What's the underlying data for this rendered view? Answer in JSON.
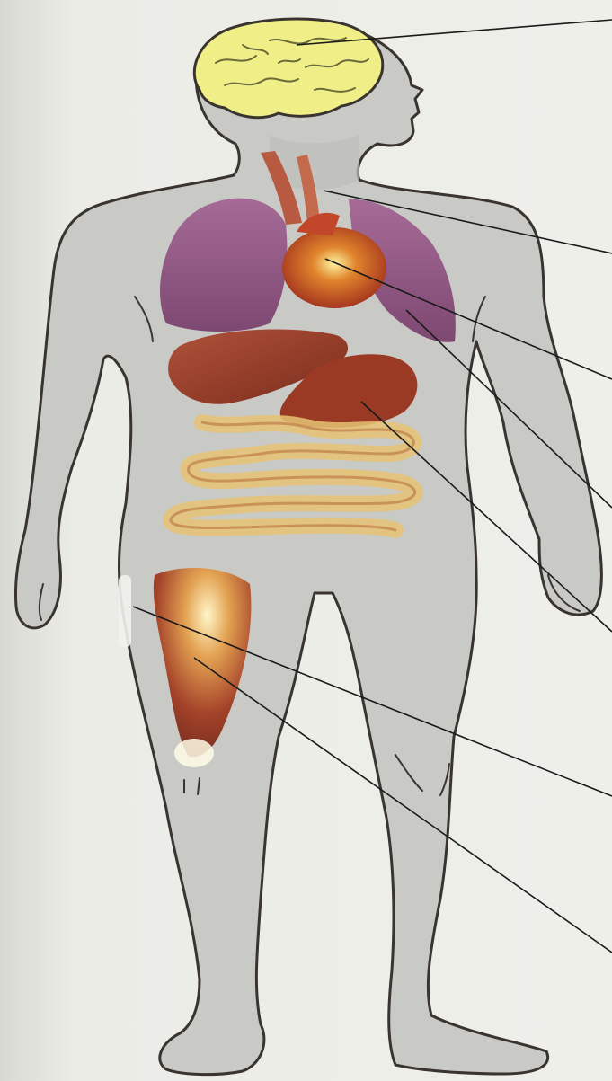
{
  "diagram": {
    "type": "human-body-organs",
    "labels_printed": false,
    "organs": [
      {
        "id": "brain",
        "color": "#f0ee86"
      },
      {
        "id": "trachea",
        "color": "#b85a42"
      },
      {
        "id": "lungs",
        "color": "#9b5f8c"
      },
      {
        "id": "heart",
        "color": "#b34125"
      },
      {
        "id": "liver",
        "color": "#8e3424"
      },
      {
        "id": "stomach",
        "color": "#9a3a24"
      },
      {
        "id": "intestines",
        "color": "#d9b86a"
      },
      {
        "id": "thigh-muscle",
        "color": "#a9452a"
      }
    ],
    "pointers": [
      {
        "id": "pointer-brain",
        "target": "brain"
      },
      {
        "id": "pointer-trachea",
        "target": "trachea"
      },
      {
        "id": "pointer-heart",
        "target": "heart"
      },
      {
        "id": "pointer-lung",
        "target": "lungs"
      },
      {
        "id": "pointer-stomach",
        "target": "stomach"
      },
      {
        "id": "pointer-skin",
        "target": "skin"
      },
      {
        "id": "pointer-muscle",
        "target": "thigh-muscle"
      }
    ],
    "colors": {
      "background": "#ebebe6",
      "body_fill": "#c9c9c6",
      "outline": "#3a3430",
      "pointer_line": "#1a1a1a"
    }
  }
}
